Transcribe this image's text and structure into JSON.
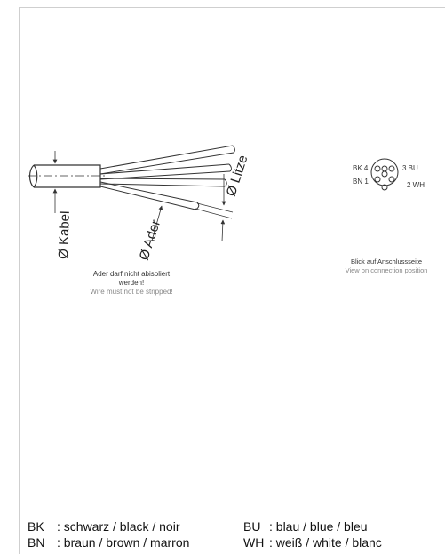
{
  "cable": {
    "labels": {
      "kabel": "Ø Kabel",
      "ader": "Ø Ader",
      "litze": "Ø Litze"
    },
    "note_de_line1": "Ader darf nicht abisoliert",
    "note_de_line2": "werden!",
    "note_en": "Wire must not be stripped!"
  },
  "connector": {
    "pins": {
      "bk": "BK 4",
      "bu": "3 BU",
      "bn": "BN 1",
      "wh": "2 WH"
    },
    "caption_de": "Blick auf Anschlussseite",
    "caption_en": "View on connection position"
  },
  "legend": [
    {
      "abbr": "BK",
      "text": ": schwarz / black / noir",
      "abbr2": "BU",
      "text2": ": blau / blue / bleu"
    },
    {
      "abbr": "BN",
      "text": ": braun / brown / marron",
      "abbr2": "WH",
      "text2": ": weiß / white / blanc"
    }
  ]
}
